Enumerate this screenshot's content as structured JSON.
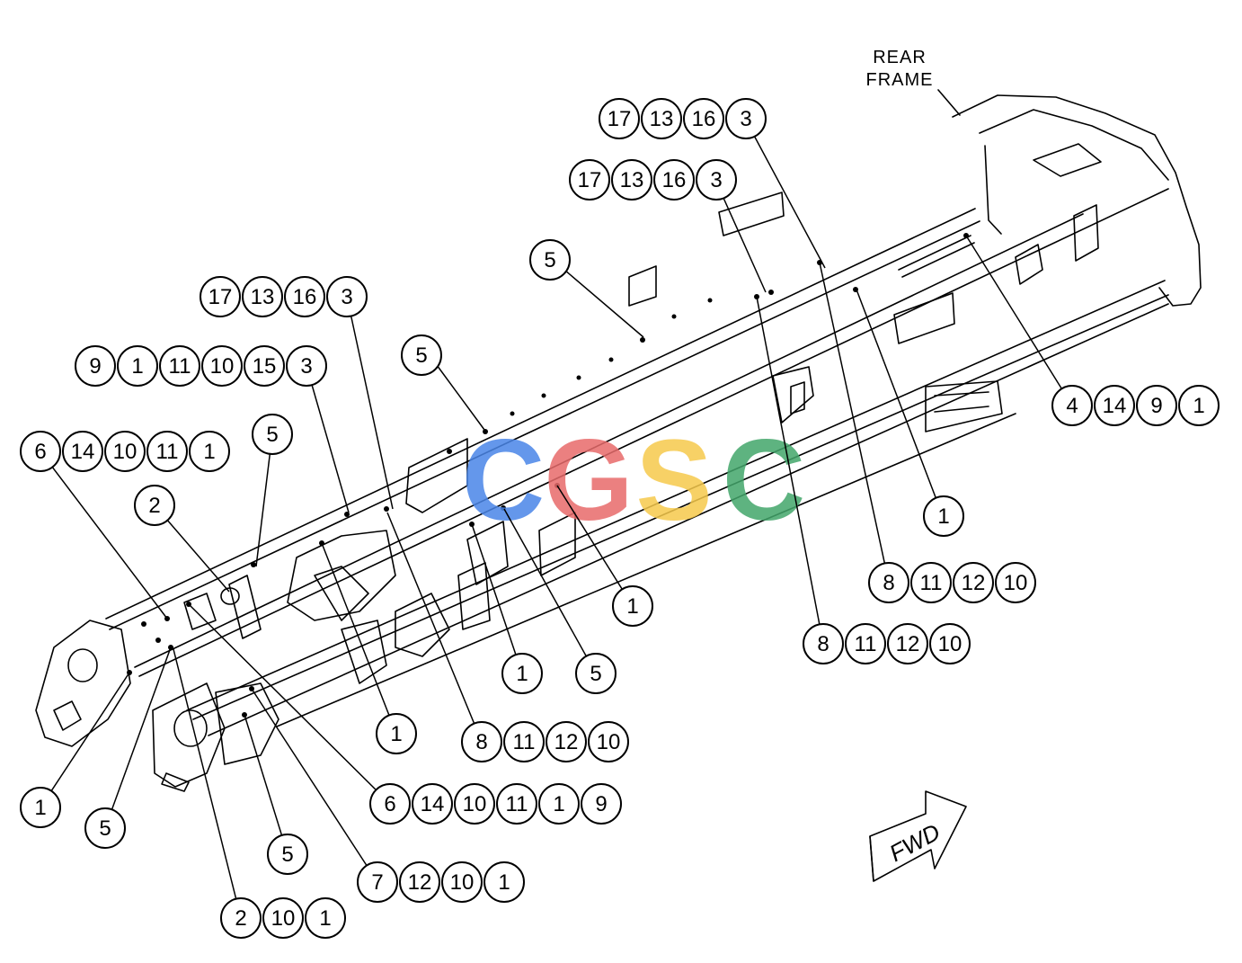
{
  "diagram": {
    "frame_label_line1": "REAR",
    "frame_label_line2": "FRAME",
    "direction_label": "FWD",
    "watermark": {
      "letters": [
        "C",
        "G",
        "S",
        "C"
      ],
      "colors": [
        "#4a86e8",
        "#e86b6b",
        "#f6c94c",
        "#43a66b"
      ]
    },
    "callouts": [
      [
        "17",
        "13",
        "16",
        "3"
      ],
      [
        "17",
        "13",
        "16",
        "3"
      ],
      [
        "5"
      ],
      [
        "17",
        "13",
        "16",
        "3"
      ],
      [
        "9",
        "1",
        "11",
        "10",
        "15",
        "3"
      ],
      [
        "5"
      ],
      [
        "6",
        "14",
        "10",
        "11",
        "1"
      ],
      [
        "5"
      ],
      [
        "2"
      ],
      [
        "4",
        "14",
        "9",
        "1"
      ],
      [
        "1"
      ],
      [
        "8",
        "11",
        "12",
        "10"
      ],
      [
        "8",
        "11",
        "12",
        "10"
      ],
      [
        "1"
      ],
      [
        "1"
      ],
      [
        "5"
      ],
      [
        "1"
      ],
      [
        "8",
        "11",
        "12",
        "10"
      ],
      [
        "6",
        "14",
        "10",
        "11",
        "1",
        "9"
      ],
      [
        "1"
      ],
      [
        "5"
      ],
      [
        "5"
      ],
      [
        "7",
        "12",
        "10",
        "1"
      ],
      [
        "2",
        "10",
        "1"
      ]
    ]
  }
}
